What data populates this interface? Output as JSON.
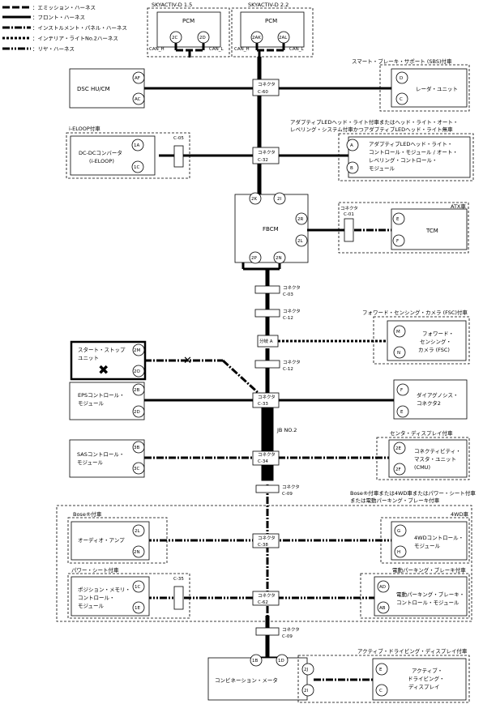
{
  "legend": [
    {
      "label": "：エミッション・ハーネス",
      "style": "w1"
    },
    {
      "label": "：フロント・ハーネス",
      "style": "w2"
    },
    {
      "label": "：インストルメント・パネル・ハーネス",
      "style": "w3"
    },
    {
      "label": "：インテリア・ライトNo.2ハーネス",
      "style": "w4"
    },
    {
      "label": "：リヤ・ハーネス",
      "style": "w5"
    }
  ],
  "pcm1": {
    "title": "SKYACTIV-D 1.5",
    "name": "PCM",
    "pin_l": "2C",
    "pin_r": "2D",
    "can_h": "CAN_H",
    "can_l": "CAN_L"
  },
  "pcm2": {
    "title": "SKYACTIV-D 2.2",
    "name": "PCM",
    "pin_l": "2AK",
    "pin_r": "2AL",
    "can_h": "CAN_H",
    "can_l": "CAN_L"
  },
  "connector_label": "コネクタ",
  "connectors": {
    "c60": "C-60",
    "c32": "C-32",
    "c05": "C-05",
    "c01": "C-01",
    "c03": "C-03",
    "c12a": "C-12",
    "c12b": "C-12",
    "c33": "C-33",
    "c34": "C-34",
    "c09a": "C-09",
    "c38": "C-38",
    "c35": "C-35",
    "c62": "C-62",
    "c09b": "C-09"
  },
  "dsc": {
    "name": "DSC HU/CM",
    "pin1": "AF",
    "pin2": "AC"
  },
  "sbs": {
    "title": "スマート・ブレーキ・サポート (SBS)付車",
    "name": "レーダ・ユニット",
    "pin1": "D",
    "pin2": "C"
  },
  "eloop": {
    "title": "i-ELOOP付車",
    "name1": "DC-DCコンバータ",
    "name2": "(i-ELOOP)",
    "pin1": "1A",
    "pin2": "1C"
  },
  "led": {
    "title1": "アダプティブLEDヘッド・ライト付車またはヘッド・ライト・オート・",
    "title2": "レベリング・システム付車かつアダプティブLEDヘッド・ライト無車",
    "n1": "アダプティブLEDヘッド・ライト・",
    "n2": "コントロール・モジュール / オート・",
    "n3": "レベリング・コントロール・",
    "n4": "モジュール",
    "pin1": "A",
    "pin2": "B"
  },
  "fbcm": {
    "name": "FBCM",
    "pin_tl": "2K",
    "pin_tr": "2I",
    "pin_rt": "2R",
    "pin_rb": "2L",
    "pin_bl": "2P",
    "pin_br": "2N"
  },
  "tcm": {
    "title": "ATX車",
    "name": "TCM",
    "pin1": "E",
    "pin2": "F"
  },
  "fsc": {
    "title": "フォワード・センシング・カメラ (FSC)付車",
    "n1": "フォワード・",
    "n2": "センシング・",
    "n3": "カメラ (FSC)",
    "pin1": "M",
    "pin2": "N"
  },
  "branch": "分岐 A",
  "sss": {
    "n1": "スタート・ストップ",
    "n2": "ユニット",
    "pin1": "2M",
    "pin2": "2O"
  },
  "eps": {
    "n1": "EPSコントロール・",
    "n2": "モジュール",
    "pin1": "2B",
    "pin2": "2D"
  },
  "diag": {
    "n1": "ダイアグノシス・",
    "n2": "コネクタ2",
    "pin1": "F",
    "pin2": "E"
  },
  "jb": "JB NO.2",
  "sas": {
    "n1": "SASコントロール・",
    "n2": "モジュール",
    "pin1": "3B",
    "pin2": "3C"
  },
  "cmu": {
    "title": "センタ・ディスプレイ付車",
    "n1": "コネクティビティ・",
    "n2": "マスタ・ユニット",
    "n3": "(CMU)",
    "pin1": "2E",
    "pin2": "2F"
  },
  "rear_title1": "Bose®付車または4WD車またはパワー・シート付車",
  "rear_title2": "または電動パーキング・ブレーキ付車",
  "amp": {
    "title": "Bose®付車",
    "name": "オーディオ・アンプ",
    "pin1": "2L",
    "pin2": "2N"
  },
  "awd": {
    "title": "4WD車",
    "n1": "4WDコントロール・",
    "n2": "モジュール",
    "pin1": "G",
    "pin2": "H"
  },
  "seat": {
    "title": "パワー・シート付車",
    "n1": "ポジション・メモリ・",
    "n2": "コントロール・",
    "n3": "モジュール",
    "pin1": "1C",
    "pin2": "1E"
  },
  "epb": {
    "title": "電動パーキング・ブレーキ付車",
    "n1": "電動パーキング・ブレーキ・",
    "n2": "コントロール・モジュール",
    "pin1": "AD",
    "pin2": "AB"
  },
  "meter": {
    "name": "コンビネーション・メータ",
    "pin1": "1B",
    "pin2": "1D",
    "pin3": "2J",
    "pin4": "2I"
  },
  "adisp": {
    "title": "アクティブ・ドライビング・ディスプレイ付車",
    "n1": "アクティブ・",
    "n2": "ドライビング・",
    "n3": "ディスプレイ",
    "pin1": "E",
    "pin2": "C"
  }
}
